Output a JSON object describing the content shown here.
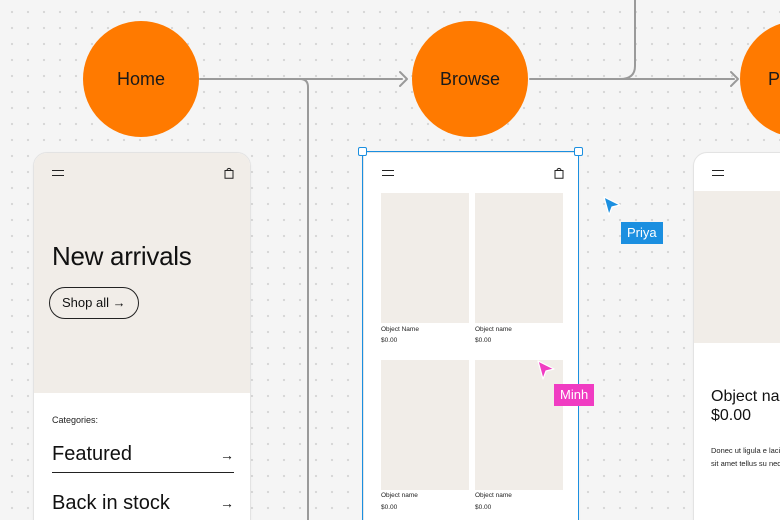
{
  "nodes": {
    "home": "Home",
    "browse": "Browse",
    "product": "P"
  },
  "home_frame": {
    "menu_icon": "menu-icon",
    "bag_icon": "shopping-bag-icon",
    "headline": "New arrivals",
    "shop_all": "Shop all →",
    "categories_label": "Categories:",
    "categories": [
      {
        "label": "Featured",
        "arrow": "→"
      },
      {
        "label": "Back in stock",
        "arrow": "→"
      }
    ]
  },
  "browse_frame": {
    "menu_icon": "menu-icon",
    "bag_icon": "shopping-bag-icon",
    "products": [
      {
        "name": "Object Name",
        "price": "$0.00"
      },
      {
        "name": "Object name",
        "price": "$0.00"
      },
      {
        "name": "Object name",
        "price": "$0.00"
      },
      {
        "name": "Object name",
        "price": "$0.00"
      }
    ]
  },
  "product_frame": {
    "menu_icon": "menu-icon",
    "title": "Object na",
    "price": "$0.00",
    "description": "Donec ut ligula e lacinia, dictum la sit amet tellus su neque."
  },
  "cursors": {
    "priya": {
      "name": "Priya",
      "color": "#1b8fe0"
    },
    "minh": {
      "name": "Minh",
      "color": "#f03cc2"
    }
  },
  "colors": {
    "node": "#ff7a00",
    "selection": "#1b8fe0",
    "placeholder": "#f1ede8",
    "connector": "#9a9a9a"
  }
}
